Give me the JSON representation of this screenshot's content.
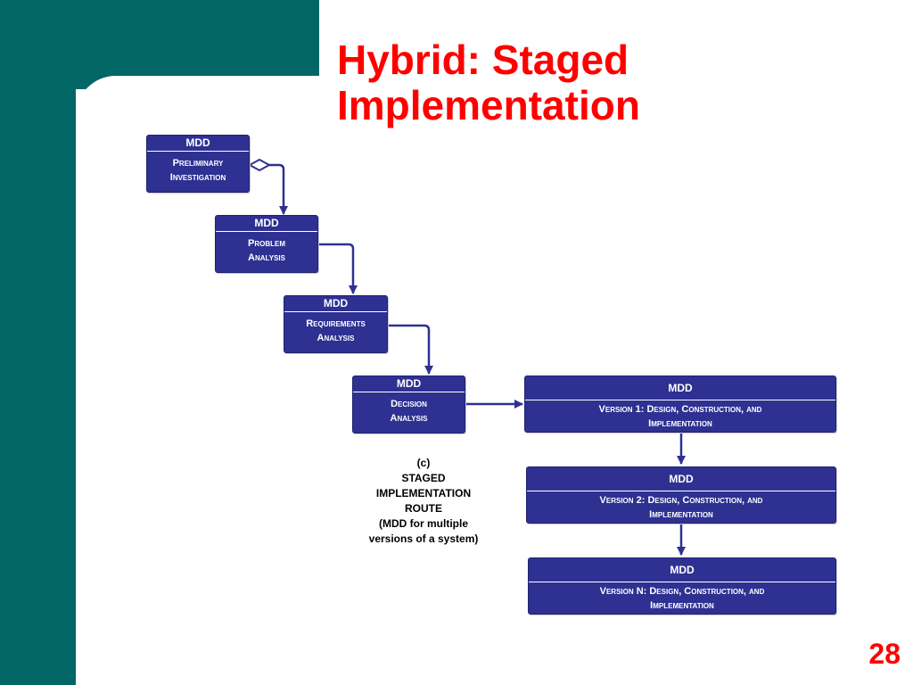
{
  "slide": {
    "title_line1": "Hybrid: Staged",
    "title_line2": "Implementation",
    "page_number": "28"
  },
  "diagram": {
    "boxes": [
      {
        "header": "MDD",
        "line1": "Preliminary",
        "line2": "Investigation"
      },
      {
        "header": "MDD",
        "line1": "Problem",
        "line2": "Analysis"
      },
      {
        "header": "MDD",
        "line1": "Requirements",
        "line2": "Analysis"
      },
      {
        "header": "MDD",
        "line1": "Decision",
        "line2": "Analysis"
      },
      {
        "header": "MDD",
        "line1": "Version 1: Design, Construction, and",
        "line2": "Implementation"
      },
      {
        "header": "MDD",
        "line1": "Version 2: Design, Construction, and",
        "line2": "Implementation"
      },
      {
        "header": "MDD",
        "line1": "Version N: Design, Construction, and",
        "line2": "Implementation"
      }
    ],
    "caption": {
      "line1": "(c)",
      "line2": "STAGED",
      "line3": "IMPLEMENTATION",
      "line4": "ROUTE",
      "line5": "(MDD for multiple",
      "line6": "versions of a system)"
    }
  },
  "colors": {
    "background_bar": "#006666",
    "title": "#ff0000",
    "box_fill": "#2e3192",
    "connector": "#2e3192"
  }
}
